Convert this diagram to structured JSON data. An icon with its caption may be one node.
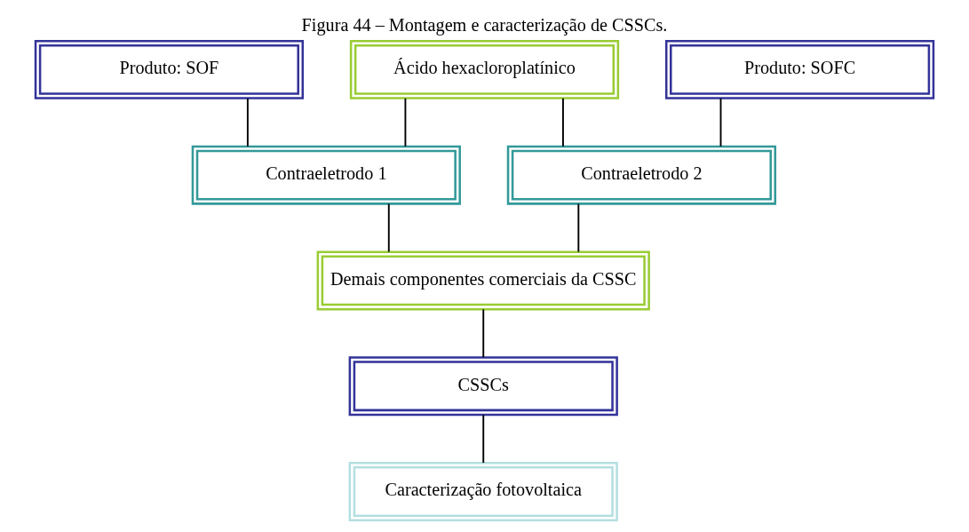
{
  "diagram": {
    "title": "Figura 44 – Montagem e caracterização de CSSCs.",
    "nodes": [
      {
        "text": [
          "Produto: SOF"
        ]
      },
      {
        "text": [
          "Ácido hexacloroplatínico"
        ]
      },
      {
        "text": [
          "Produto: SOFC"
        ]
      },
      {
        "text": [
          "Contraeletrodo 1"
        ]
      },
      {
        "text": [
          "Contraeletrodo 2"
        ]
      },
      {
        "text": [
          "Demais componentes comerciais da CSSC"
        ]
      },
      {
        "text": [
          "CSSCs"
        ]
      },
      {
        "text": [
          "Caracterização fotovoltaica"
        ]
      }
    ],
    "edges": [
      {
        "from": 0,
        "to": 3,
        "arrow": "none"
      },
      {
        "from": 1,
        "to": 3,
        "arrow": "none"
      },
      {
        "from": 2,
        "to": 4,
        "arrow": "none"
      },
      {
        "from": 1,
        "to": 4,
        "arrow": "none"
      },
      {
        "from": 3,
        "to": 5,
        "arrow": "none"
      },
      {
        "from": 4,
        "to": 5,
        "arrow": "none"
      },
      {
        "from": 5,
        "to": 6,
        "arrow": "none"
      },
      {
        "from": 6,
        "to": 7,
        "arrow": "none"
      }
    ]
  }
}
